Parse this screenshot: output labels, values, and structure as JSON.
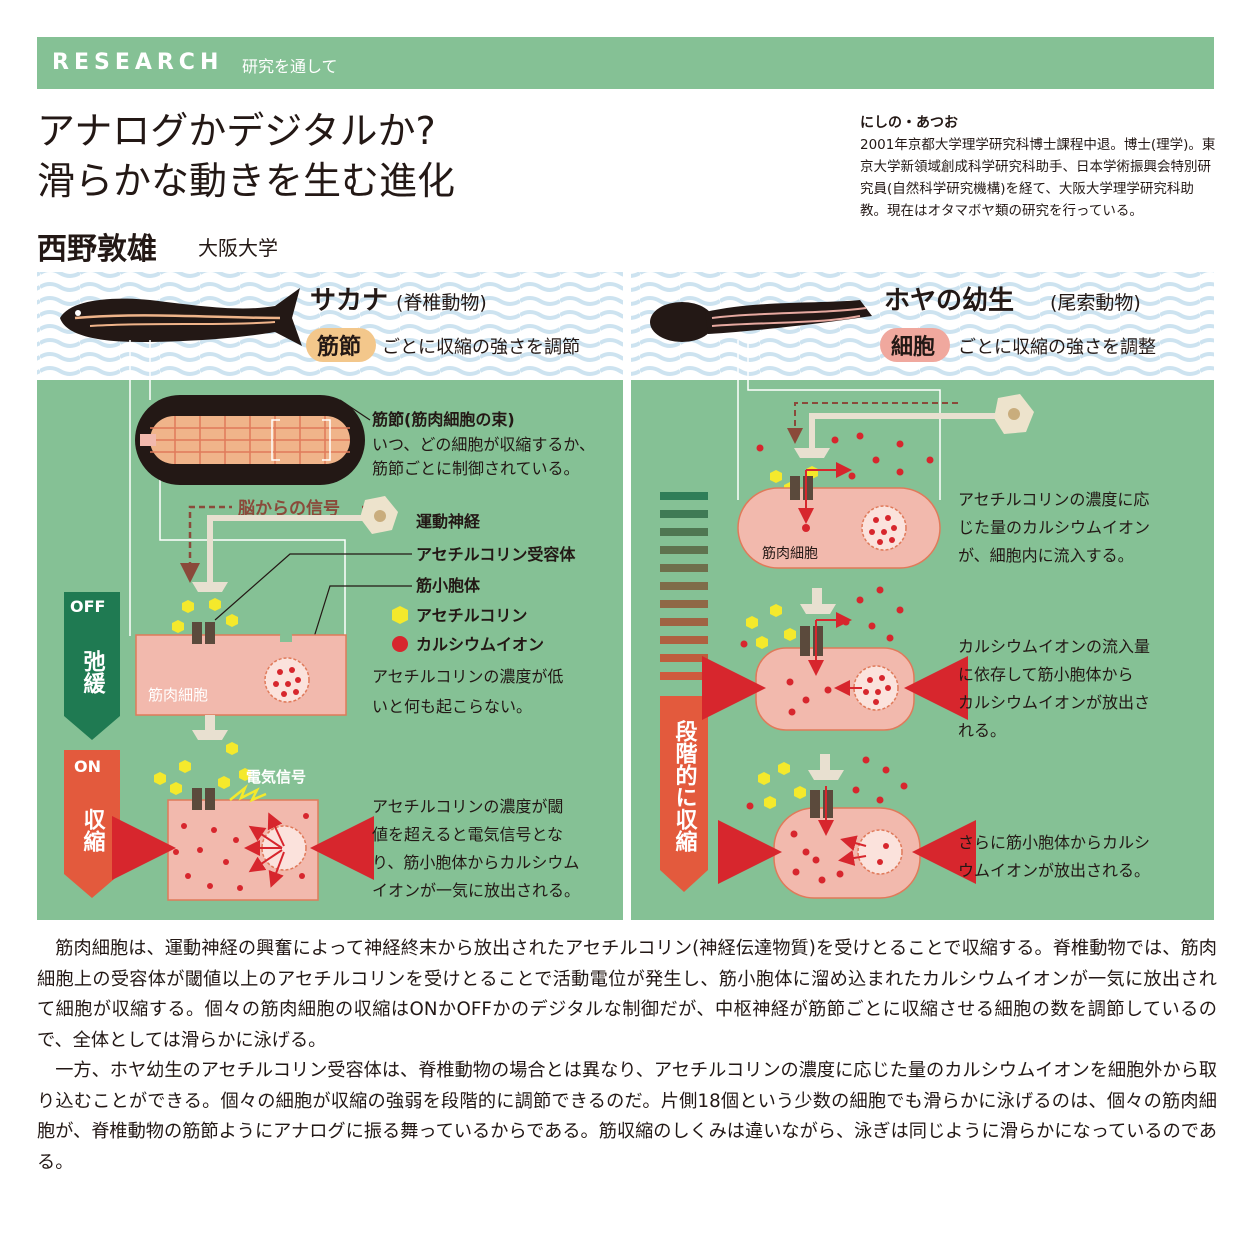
{
  "banner": {
    "main": "RESEARCH",
    "sub": "研究を通して"
  },
  "title": {
    "line1": "アナログかデジタルか?",
    "line2": "滑らかな動きを生む進化"
  },
  "author": {
    "name": "西野敦雄",
    "affiliation": "大阪大学"
  },
  "bio": {
    "name": "にしの・あつお",
    "text": "2001年京都大学理学研究科博士課程中退。博士(理学)。東京大学新領域創成科学研究科助手、日本学術振興会特別研究員(自然科学研究機構)を経て、大阪大学理学研究科助教。現在はオタマボヤ類の研究を行っている。"
  },
  "left": {
    "title": "サカナ",
    "title_paren": "(脊椎動物)",
    "badge": "筋節",
    "badge_text": "ごとに収縮の強さを調節",
    "segment_label": "筋節(筋肉細胞の束)",
    "segment_desc1": "いつ、どの細胞が収縮するか、",
    "segment_desc2": "筋節ごとに制御されている。",
    "brain_signal": "脳からの信号",
    "label_nerve": "運動神経",
    "label_receptor": "アセチルコリン受容体",
    "label_sr": "筋小胞体",
    "legend_ach": "アセチルコリン",
    "legend_ca": "カルシウムイオン",
    "cell_label": "筋肉細胞",
    "off": "OFF",
    "off_text": "弛緩",
    "on": "ON",
    "on_text": "収縮",
    "electric": "電気信号",
    "desc_off1": "アセチルコリンの濃度が低",
    "desc_off2": "いと何も起こらない。",
    "desc_on1": "アセチルコリンの濃度が閾",
    "desc_on2": "値を超えると電気信号とな",
    "desc_on3": "り、筋小胞体からカルシウム",
    "desc_on4": "イオンが一気に放出される。"
  },
  "right": {
    "title": "ホヤの幼生",
    "title_paren": "(尾索動物)",
    "badge": "細胞",
    "badge_text": "ごとに収縮の強さを調整",
    "cell_label": "筋肉細胞",
    "gradual": "段階的に収縮",
    "desc1_1": "アセチルコリンの濃度に応",
    "desc1_2": "じた量のカルシウムイオン",
    "desc1_3": "が、細胞内に流入する。",
    "desc2_1": "カルシウムイオンの流入量",
    "desc2_2": "に依存して筋小胞体から",
    "desc2_3": "カルシウムイオンが放出さ",
    "desc2_4": "れる。",
    "desc3_1": "さらに筋小胞体からカルシ",
    "desc3_2": "ウムイオンが放出される。"
  },
  "text": {
    "p1": "　筋肉細胞は、運動神経の興奮によって神経終末から放出されたアセチルコリン(神経伝達物質)を受けとることで収縮する。脊椎動物では、筋肉細胞上の受容体が閾値以上のアセチルコリンを受けとることで活動電位が発生し、筋小胞体に溜め込まれたカルシウムイオンが一気に放出されて細胞が収縮する。個々の筋肉細胞の収縮はONかOFFかのデジタルな制御だが、中枢神経が筋節ごとに収縮させる細胞の数を調節しているので、全体としては滑らかに泳げる。",
    "p2": "　一方、ホヤ幼生のアセチルコリン受容体は、脊椎動物の場合とは異なり、アセチルコリンの濃度に応じた量のカルシウムイオンを細胞外から取り込むことができる。個々の細胞が収縮の強弱を段階的に調節できるのだ。片側18個という少数の細胞でも滑らかに泳げるのは、個々の筋肉細胞が、脊椎動物の筋節ようにアナログに振る舞っているからである。筋収縮のしくみは違いながら、泳ぎは同じように滑らかになっているのである。"
  },
  "colors": {
    "green": "#85c195",
    "wave": "#cde3f0",
    "cell": "#f2b9ad",
    "red": "#d7262d",
    "yellow": "#f4e92c",
    "dark_green": "#1f7a52",
    "orange_red": "#e35a3d"
  }
}
